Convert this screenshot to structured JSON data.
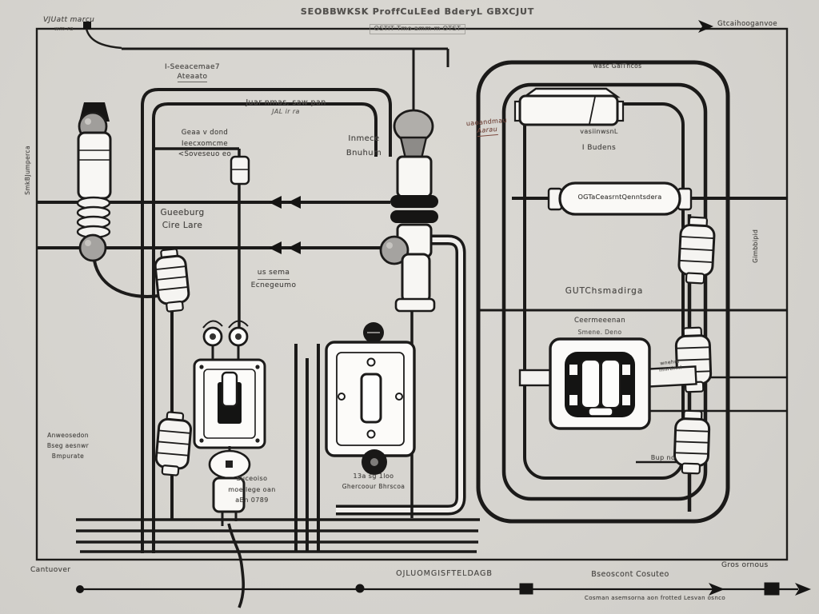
{
  "meta": {
    "paper_color": "#d6d4cf",
    "ink_color": "#1c1b1a",
    "component_fill": "#f9f8f5",
    "metal_gray": "#a3a19d",
    "accent_red": "#7d4a3f"
  },
  "title": {
    "line1": "SEOBBWKSK ProffCuLEed BderyL GBXCJUT",
    "line2": "OSTIT Tmo amm m OTST"
  },
  "labels": {
    "wyatt_line1": "VJUatt marcu",
    "wyatt_line2": "wm ra",
    "top_right": "Gtcaihooganvoe",
    "seeace_line1": "I-Seeacemae7",
    "seeace_line2": "Ateaato",
    "juar_line1": "Juar nmas, saw pan",
    "juar_line2": "JAL ir ra",
    "geaa_line1": "Geaa v dond",
    "geaa_line2": "Ieecxomcme",
    "geaa_line3": "<Soveseuo eo",
    "inmece_line1": "Inmece",
    "inmece_line2": "Bnuhum",
    "red_line1": "uaoandmau",
    "red_line2": "Aarau",
    "geceburg_line1": "Gueeburg",
    "geceburg_line2": "Cire Lare",
    "ussema_line1": "us sema",
    "ussema_line2": "Ecnegeumo",
    "wasc": "wasc GaiTncos",
    "vasii": "vasiinwsnL",
    "budens": "I Budens",
    "capsule": "OGTaCeasrntQenntsdera",
    "gut": "GUTChsmadirga",
    "ceerme_line1": "Ceermeeenan",
    "ceerme_line2": "Smene. Deno",
    "wnehm_line1": "wnehm",
    "wnehm_line2": "nmrtinnl",
    "bup": "Bup no",
    "left_vertical": "SmkBJumperca",
    "right_vertical": "Gimbbipid",
    "anweo_line1": "Anweosedon",
    "anweo_line2": "Bseg aesnwr",
    "anweo_line3": "Bmpurate",
    "suceo_line1": "Suceoiso",
    "suceo_line2": "moe lege oan",
    "suceo_line3": "aBn 0789",
    "sw2_line1": "13a sg 1loo",
    "sw2_line2": "Ghercoour Bhrscoa",
    "cantuover": "Cantuover",
    "bottom_center": "OJLUOMGISFTELDAGB",
    "bseoscont": "Bseoscont Cosuteo",
    "gros": "Gros ornous",
    "cosman": "Cosman asemsorna aon frotted Lesvan osnco"
  }
}
